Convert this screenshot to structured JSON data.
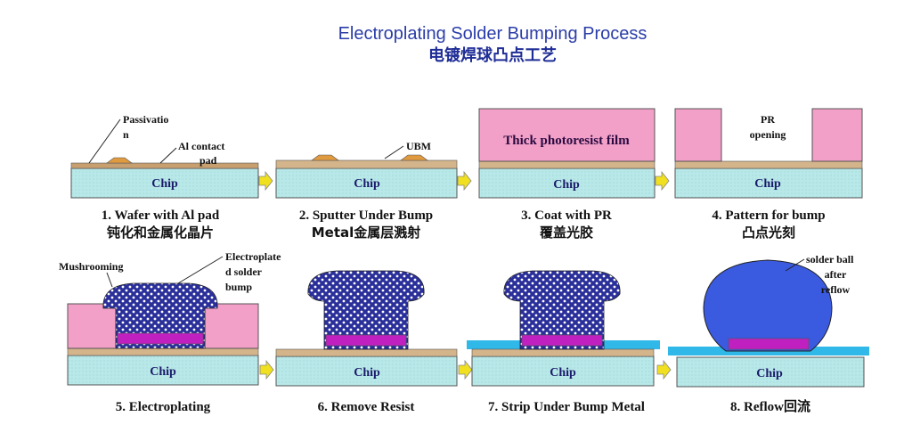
{
  "title": {
    "en": "Electroplating Solder Bumping Process",
    "zh": "电镀焊球凸点工艺"
  },
  "chip_label": "Chip",
  "steps": [
    {
      "caption": "1. Wafer with Al pad",
      "caption_zh": "钝化和金属化晶片"
    },
    {
      "caption": "2. Sputter Under Bump",
      "caption_zh": "Metal金属层溅射"
    },
    {
      "caption": "3. Coat with  PR",
      "caption_zh": "覆盖光胶"
    },
    {
      "caption": "4. Pattern for bump",
      "caption_zh": "凸点光刻"
    },
    {
      "caption": "5. Electroplating",
      "caption_zh": ""
    },
    {
      "caption": "6. Remove Resist",
      "caption_zh": ""
    },
    {
      "caption": "7. Strip Under Bump Metal",
      "caption_zh": ""
    },
    {
      "caption": "8. Reflow回流",
      "caption_zh": ""
    }
  ],
  "labels": {
    "passivation_1": "Passivatio",
    "passivation_2": "n",
    "al_contact_1": "Al contact",
    "al_contact_2": "pad",
    "ubm": "UBM",
    "thick_pr": "Thick photoresist film",
    "pr_opening_1": "PR",
    "pr_opening_2": "opening",
    "mushrooming": "Mushrooming",
    "electroplated_1": "Electroplate",
    "electroplated_2": "d solder",
    "electroplated_3": "bump",
    "solder_ball_1": "solder ball",
    "solder_ball_2": "after",
    "solder_ball_3": "reflow"
  },
  "colors": {
    "title": "#2b3da8",
    "chip": "#b8e8e8",
    "photoresist": "#f2a0c8",
    "solder_pattern": "#2a2f9a",
    "solder_ball": "#3a5ae0",
    "magenta_pad": "#c020c0",
    "metal_layer": "#d4b48a",
    "arrow": "#f0e020",
    "strip_line": "#30b8e8"
  }
}
